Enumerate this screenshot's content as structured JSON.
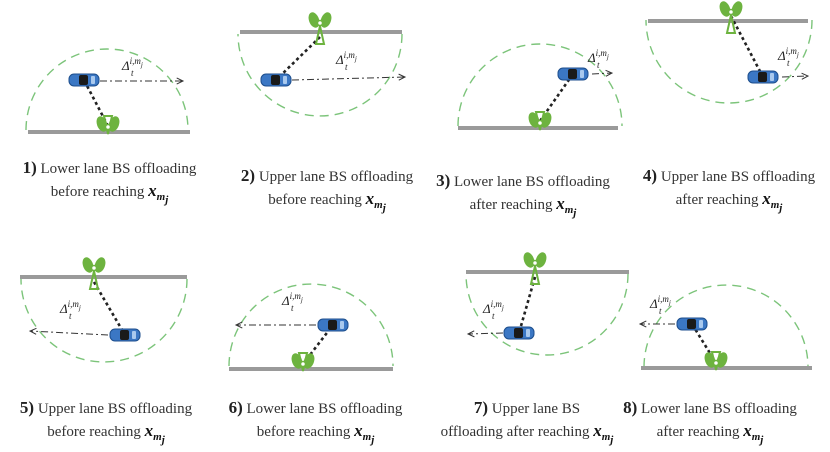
{
  "panels": [
    {
      "number": "1)",
      "line1": "Lower lane BS offloading",
      "line2": "before reaching",
      "annotation": "Δ",
      "annot_sup": "i,m",
      "annot_sub": "t",
      "annot_supsub": "j"
    },
    {
      "number": "2)",
      "line1": "Upper lane BS offloading",
      "line2": "before reaching",
      "annotation": "Δ",
      "annot_sup": "i,m",
      "annot_sub": "t",
      "annot_supsub": "j"
    },
    {
      "number": "3)",
      "line1": "Lower lane BS offloading",
      "line2": "after reaching",
      "annotation": "Δ",
      "annot_sup": "i,m",
      "annot_sub": "t",
      "annot_supsub": "j"
    },
    {
      "number": "4)",
      "line1": "Upper lane BS offloading",
      "line2": "after reaching",
      "annotation": "Δ",
      "annot_sup": "i,m",
      "annot_sub": "t",
      "annot_supsub": "j"
    },
    {
      "number": "5)",
      "line1": "Upper lane BS offloading",
      "line2": "before reaching",
      "annotation": "Δ",
      "annot_sup": "i,m",
      "annot_sub": "t",
      "annot_supsub": "j"
    },
    {
      "number": "6)",
      "line1": "Lower lane BS offloading",
      "line2": "before reaching",
      "annotation": "Δ",
      "annot_sup": "i,m",
      "annot_sub": "t",
      "annot_supsub": "j"
    },
    {
      "number": "7)",
      "line1": "Upper lane BS",
      "line2": "offloading after reaching",
      "annotation": "Δ",
      "annot_sup": "i,m",
      "annot_sub": "t",
      "annot_supsub": "j"
    },
    {
      "number": "8)",
      "line1": "Lower lane BS offloading",
      "line2": "after reaching",
      "annotation": "Δ",
      "annot_sup": "i,m",
      "annot_sub": "t",
      "annot_supsub": "j"
    }
  ],
  "math": {
    "x": "x",
    "sub_m": "m",
    "sub_j": "j"
  },
  "colors": {
    "road": "#9a9a9a",
    "coverage": "#7cc47a",
    "antenna": "#6db33f",
    "car": "#3b77c4",
    "link": "#222222",
    "arrow": "#333333"
  },
  "icons": {
    "base_station": "antenna-tower-icon",
    "vehicle": "car-icon"
  }
}
